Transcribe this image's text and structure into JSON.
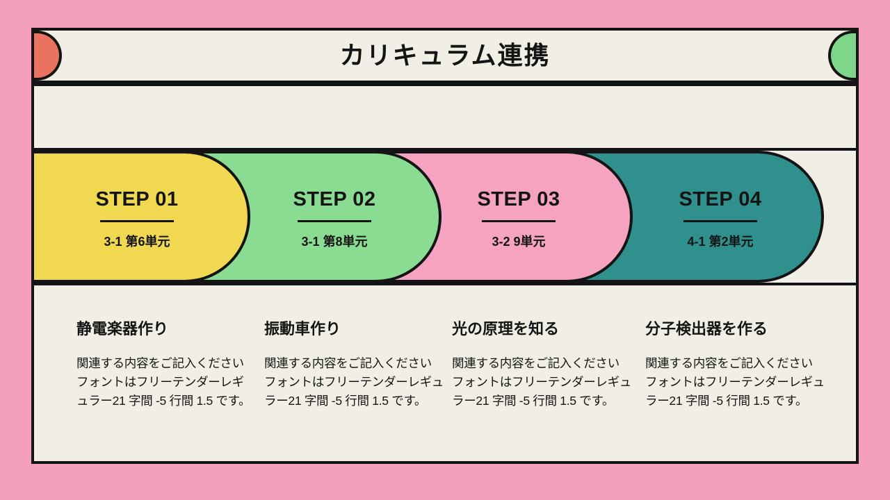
{
  "title": "カリキュラム連携",
  "colors": {
    "background_pink": "#F49FBE",
    "panel_cream": "#F1EFE5",
    "outline_black": "#141414",
    "header_accent_left_red": "#E9735E",
    "header_accent_right_green": "#7DD68A"
  },
  "steps": [
    {
      "label": "STEP 01",
      "unit": "3-1 第6単元",
      "color": "#F0D851"
    },
    {
      "label": "STEP 02",
      "unit": "3-1 第8単元",
      "color": "#8ADC93"
    },
    {
      "label": "STEP 03",
      "unit": "3-2 9単元",
      "color": "#F5A3C0"
    },
    {
      "label": "STEP 04",
      "unit": "4-1 第2単元",
      "color": "#2F908D"
    }
  ],
  "details": [
    {
      "heading": "静電楽器作り",
      "body_lines": [
        "関連する内容をご記入ください",
        "フォントはフリーテンダーレギ",
        "ュラー21 字間 -5 行間 1.5 です。"
      ]
    },
    {
      "heading": "振動車作り",
      "body_lines": [
        "関連する内容をご記入ください",
        "フォントはフリーテンダーレギュ",
        "ラー21 字間 -5 行間 1.5 です。"
      ]
    },
    {
      "heading": "光の原理を知る",
      "body_lines": [
        "関連する内容をご記入ください",
        "フォントはフリーテンダーレギュ",
        "ラー21 字間 -5 行間 1.5 です。"
      ]
    },
    {
      "heading": "分子検出器を作る",
      "body_lines": [
        "関連する内容をご記入ください",
        "フォントはフリーテンダーレギュ",
        "ラー21 字間 -5 行間 1.5 です。"
      ]
    }
  ]
}
